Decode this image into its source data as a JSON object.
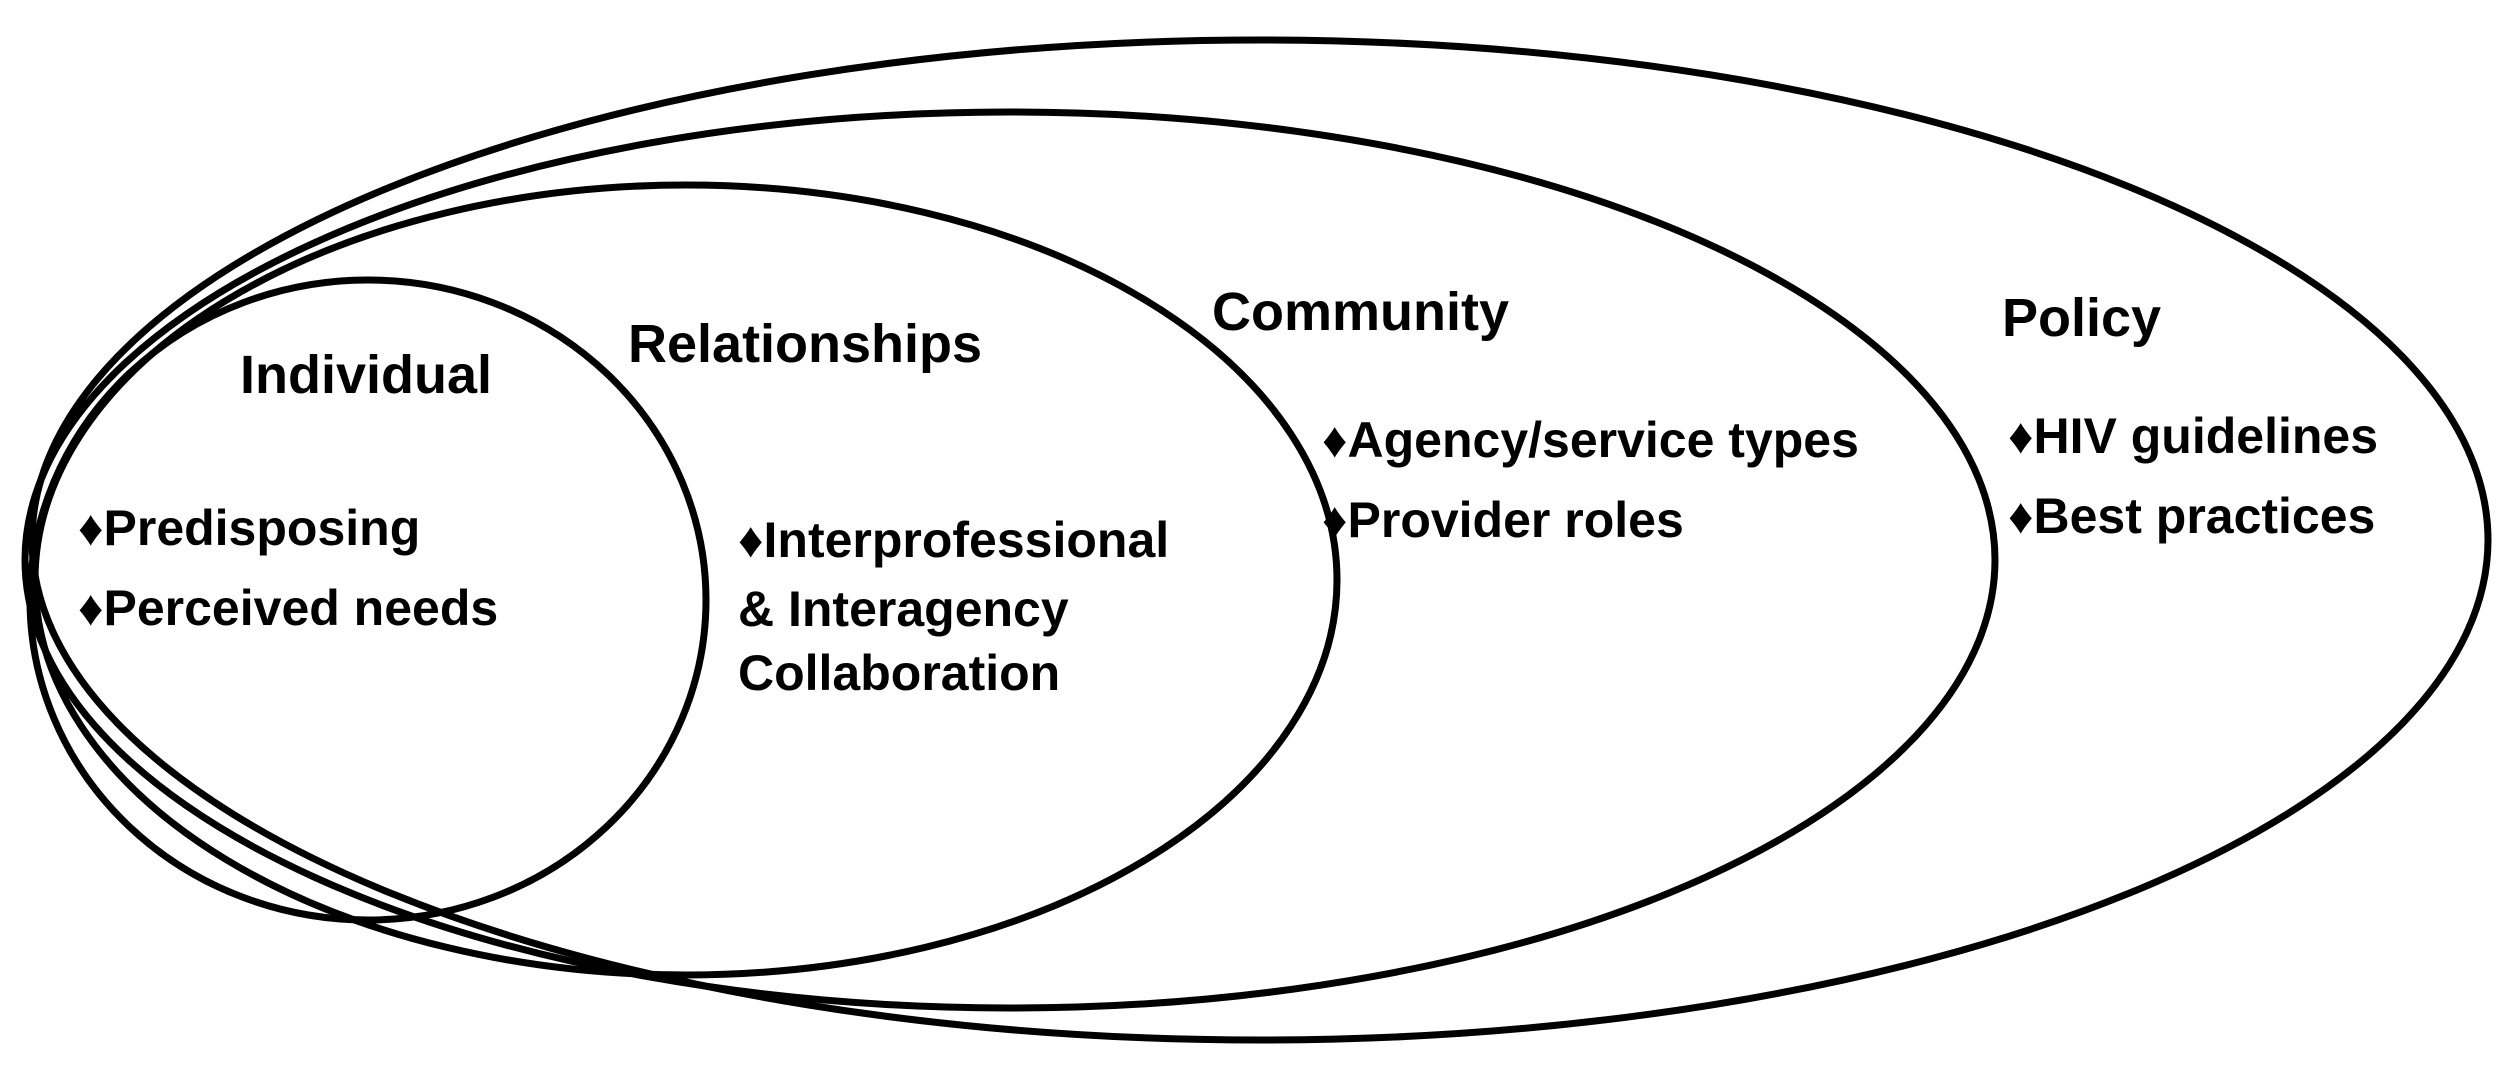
{
  "levels": {
    "individual": {
      "title": "Individual",
      "items": [
        "♦Predisposing",
        "♦Perceived needs"
      ]
    },
    "relationships": {
      "title": "Relationships",
      "items": [
        "♦Interprofessional",
        "& Interagency",
        "Collaboration"
      ]
    },
    "community": {
      "title": "Community",
      "items": [
        "♦Agency/service types",
        "♦Provider roles"
      ]
    },
    "policy": {
      "title": "Policy",
      "items": [
        "♦HIV guidelines",
        "♦Best practices"
      ]
    }
  },
  "colors": {
    "stroke": "#000000",
    "background": "#ffffff",
    "text": "#000000"
  }
}
